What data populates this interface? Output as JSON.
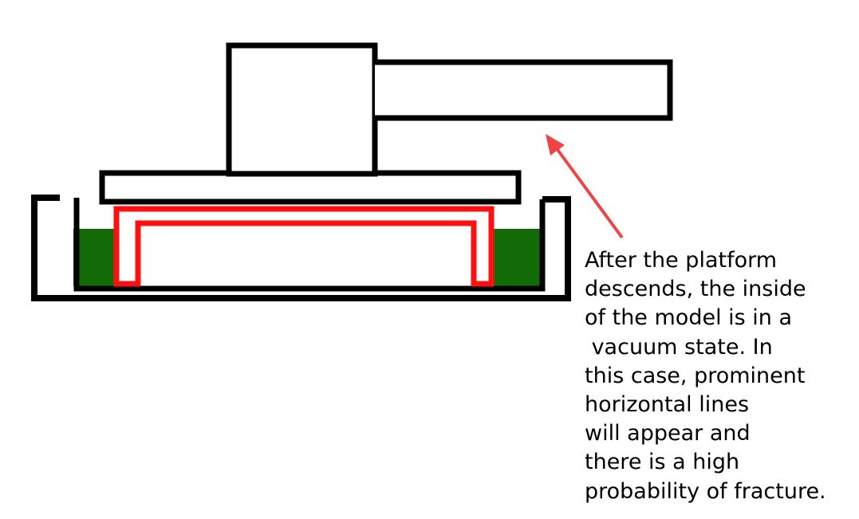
{
  "annotation": {
    "lines": [
      "After the platform",
      "descends, the inside",
      "of the model is in a",
      " vacuum state. In",
      "this case, prominent",
      "horizontal lines",
      "will appear and",
      "there is a high",
      "probability of fracture."
    ]
  },
  "colors": {
    "outline": "#000000",
    "model": "#ff1010",
    "resin": "#126b06",
    "arrow": "#ef4444",
    "background": "#ffffff"
  }
}
